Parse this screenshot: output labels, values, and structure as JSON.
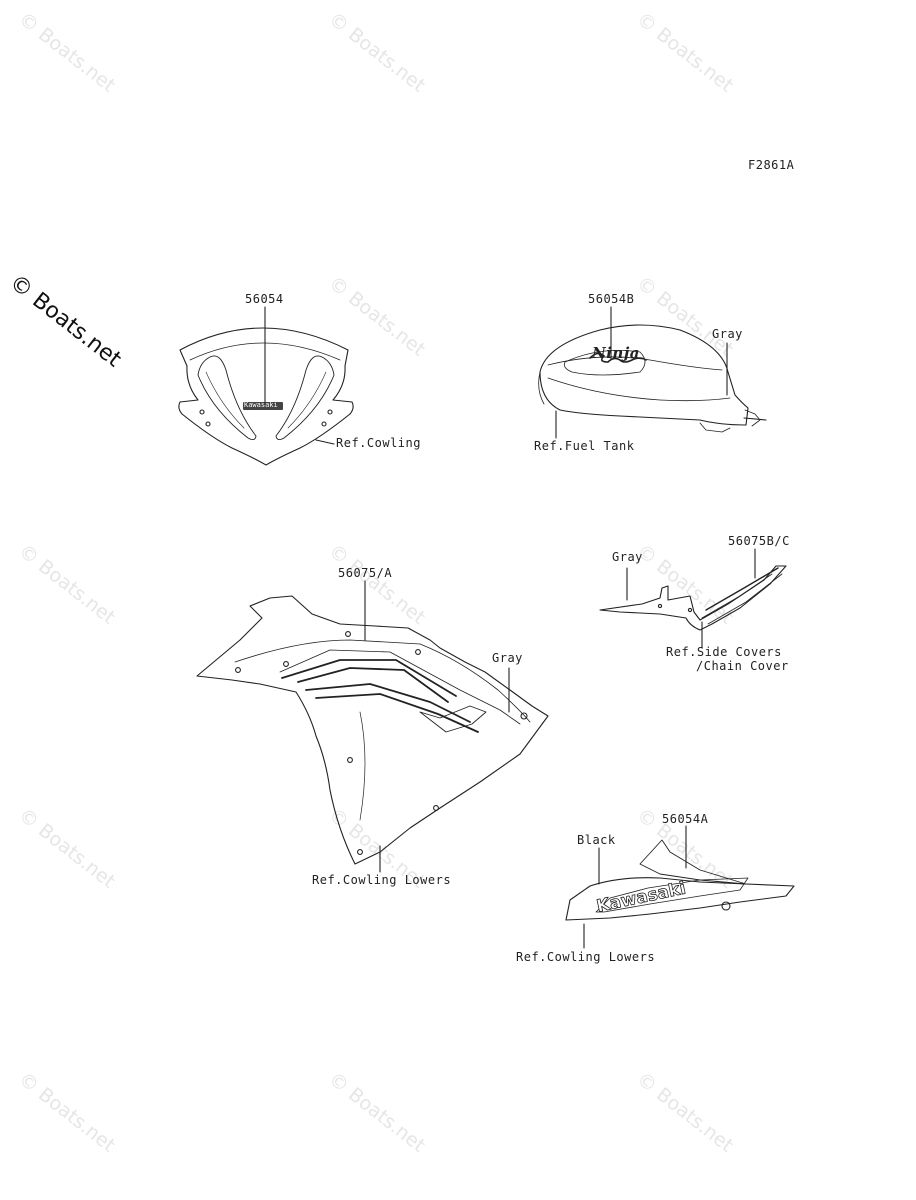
{
  "figure_code": "F2861A",
  "brand_watermark": "© Boats.net",
  "bg_watermark": "© Boats.net",
  "parts": {
    "windscreen": {
      "part_no": "56054",
      "ref": "Ref.Cowling",
      "decal_text": "Kawasaki"
    },
    "fuel_tank": {
      "part_no": "56054B",
      "ref": "Ref.Fuel Tank",
      "color": "Gray",
      "decal_text": "Ninja"
    },
    "side_cover": {
      "part_no": "56075B/C",
      "ref_line1": "Ref.Side Covers",
      "ref_line2": "/Chain Cover",
      "color": "Gray"
    },
    "middle_cowl": {
      "part_no": "56075/A",
      "ref": "Ref.Cowling Lowers",
      "color": "Gray"
    },
    "lower_cowl": {
      "part_no": "56054A",
      "ref": "Ref.Cowling Lowers",
      "color": "Black",
      "decal_text": "Kawasaki"
    }
  },
  "colors": {
    "line": "#222222",
    "watermark": "#e6e6e6"
  }
}
